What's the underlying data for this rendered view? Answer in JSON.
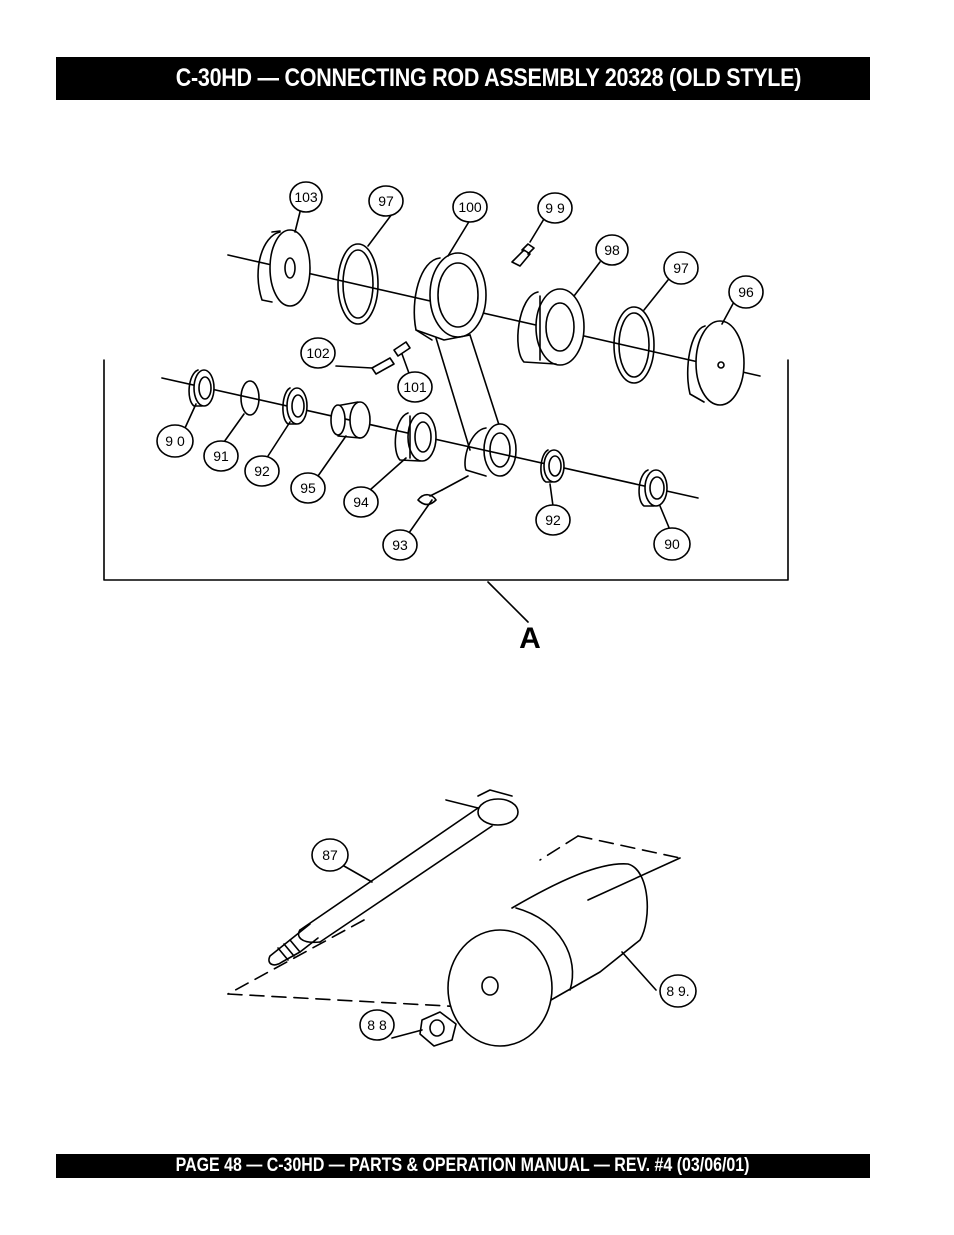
{
  "header": {
    "title": "C-30HD — CONNECTING ROD ASSEMBLY 20328 (OLD STYLE)"
  },
  "footer": {
    "text": "PAGE 48 — C-30HD — PARTS & OPERATION MANUAL — REV. #4 (03/06/01)"
  },
  "callouts": {
    "c103": "103",
    "c97a": "97",
    "c100": "100",
    "c99": "9 9",
    "c98": "98",
    "c97b": "97",
    "c96": "96",
    "c102": "102",
    "c101": "101",
    "c90a": "9 0",
    "c91": "91",
    "c92a": "92",
    "c95": "95",
    "c94": "94",
    "c93": "93",
    "c92b": "92",
    "c90b": "90",
    "c87": "87",
    "c89": "8 9.",
    "c88": "8 8"
  },
  "detail_label": "A"
}
